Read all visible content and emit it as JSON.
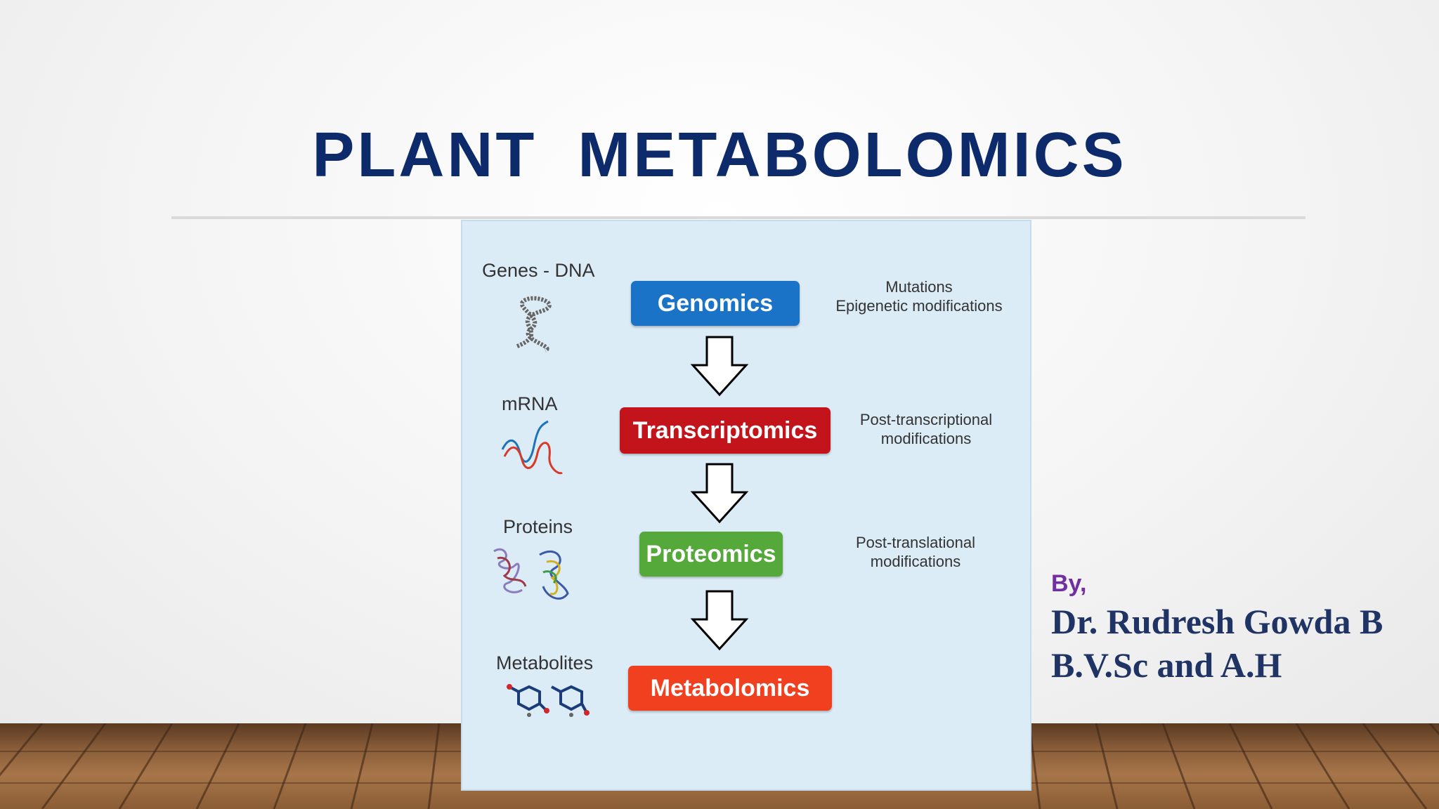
{
  "slide": {
    "title": "PLANT  METABOLOMICS",
    "by_label": "By,",
    "author_name": "Dr. Rudresh Gowda B",
    "author_degree": "B.V.Sc and A.H"
  },
  "diagram": {
    "levels": [
      {
        "source": "Genes - DNA",
        "omics": "Genomics",
        "color": "#1a73c6",
        "notes": [
          "Mutations",
          "Epigenetic modifications"
        ],
        "icon": "dna-helix-icon"
      },
      {
        "source": "mRNA",
        "omics": "Transcriptomics",
        "color": "#c3141b",
        "notes": [
          "Post-transcriptional",
          "modifications"
        ],
        "icon": "mrna-strand-icon"
      },
      {
        "source": "Proteins",
        "omics": "Proteomics",
        "color": "#55a93b",
        "notes": [
          "Post-translational",
          "modifications"
        ],
        "icon": "protein-structure-icon"
      },
      {
        "source": "Metabolites",
        "omics": "Metabolomics",
        "color": "#f0401f",
        "notes": [],
        "icon": "metabolite-molecule-icon"
      }
    ]
  }
}
